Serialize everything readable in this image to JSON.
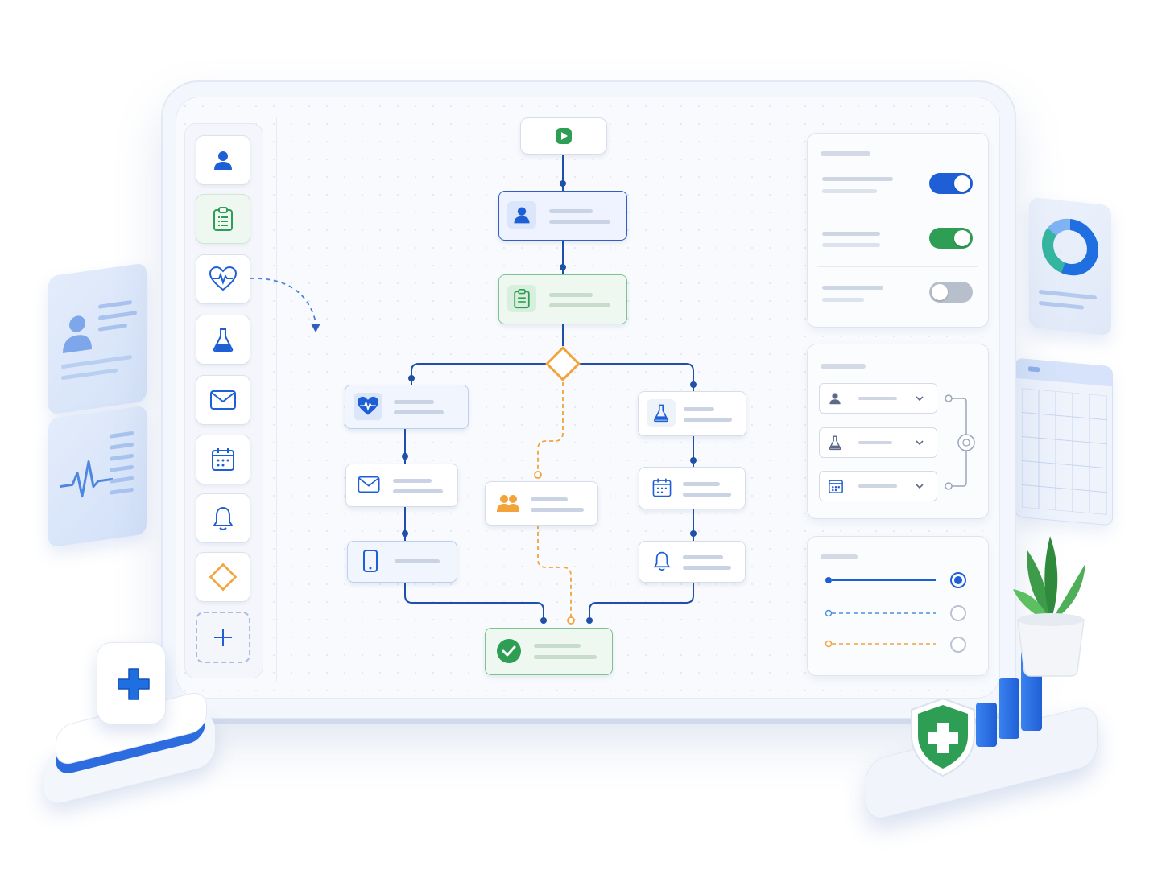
{
  "app": {
    "title": "",
    "accent_color": "#1f5fd6",
    "success_color": "#2e9e54",
    "warning_color": "#f2a33a"
  },
  "toolbar": {
    "items": [
      {
        "name": "patient",
        "icon": "user-icon"
      },
      {
        "name": "intake-form",
        "icon": "clipboard-icon"
      },
      {
        "name": "vitals",
        "icon": "heart-pulse-icon"
      },
      {
        "name": "lab-test",
        "icon": "flask-icon"
      },
      {
        "name": "email",
        "icon": "mail-icon"
      },
      {
        "name": "appointment",
        "icon": "calendar-icon"
      },
      {
        "name": "notification",
        "icon": "bell-icon"
      },
      {
        "name": "decision",
        "icon": "diamond-icon"
      },
      {
        "name": "add-step",
        "icon": "plus-icon"
      }
    ]
  },
  "workflow": {
    "start": {
      "icon": "play-icon"
    },
    "nodes": [
      {
        "id": "patient",
        "icon": "user-icon"
      },
      {
        "id": "intake",
        "icon": "clipboard-icon"
      },
      {
        "id": "decision",
        "icon": "diamond-icon"
      },
      {
        "id": "vitals",
        "icon": "heart-pulse-icon"
      },
      {
        "id": "email",
        "icon": "mail-icon"
      },
      {
        "id": "mobile",
        "icon": "mobile-icon"
      },
      {
        "id": "team",
        "icon": "users-icon"
      },
      {
        "id": "lab",
        "icon": "flask-icon"
      },
      {
        "id": "schedule",
        "icon": "calendar-icon"
      },
      {
        "id": "alert",
        "icon": "bell-icon"
      },
      {
        "id": "complete",
        "icon": "check-circle-icon"
      }
    ]
  },
  "settings_panel": {
    "toggles": [
      {
        "state": "on",
        "color": "#1f5fd6"
      },
      {
        "state": "on",
        "color": "#2e9e54"
      },
      {
        "state": "off",
        "color": "#b8bfcc"
      }
    ]
  },
  "mapping_panel": {
    "selects": [
      {
        "icon": "user-icon"
      },
      {
        "icon": "flask-icon"
      },
      {
        "icon": "calendar-icon"
      }
    ]
  },
  "path_panel": {
    "options": [
      {
        "style": "solid",
        "color": "#1f5fd6",
        "selected": true
      },
      {
        "style": "dashed",
        "color": "#4a90e2",
        "selected": false
      },
      {
        "style": "dashed",
        "color": "#f2a33a",
        "selected": false
      }
    ]
  },
  "decorations": {
    "donut_chart": {
      "segments": [
        0.55,
        0.3,
        0.15
      ],
      "colors": [
        "#1f6fe0",
        "#35b6a0",
        "#7fb3f5"
      ]
    },
    "bar_chart": {
      "values": [
        0.55,
        0.75,
        1.0
      ]
    },
    "medical_badges": [
      "plus-icon",
      "shield-plus-icon"
    ]
  }
}
